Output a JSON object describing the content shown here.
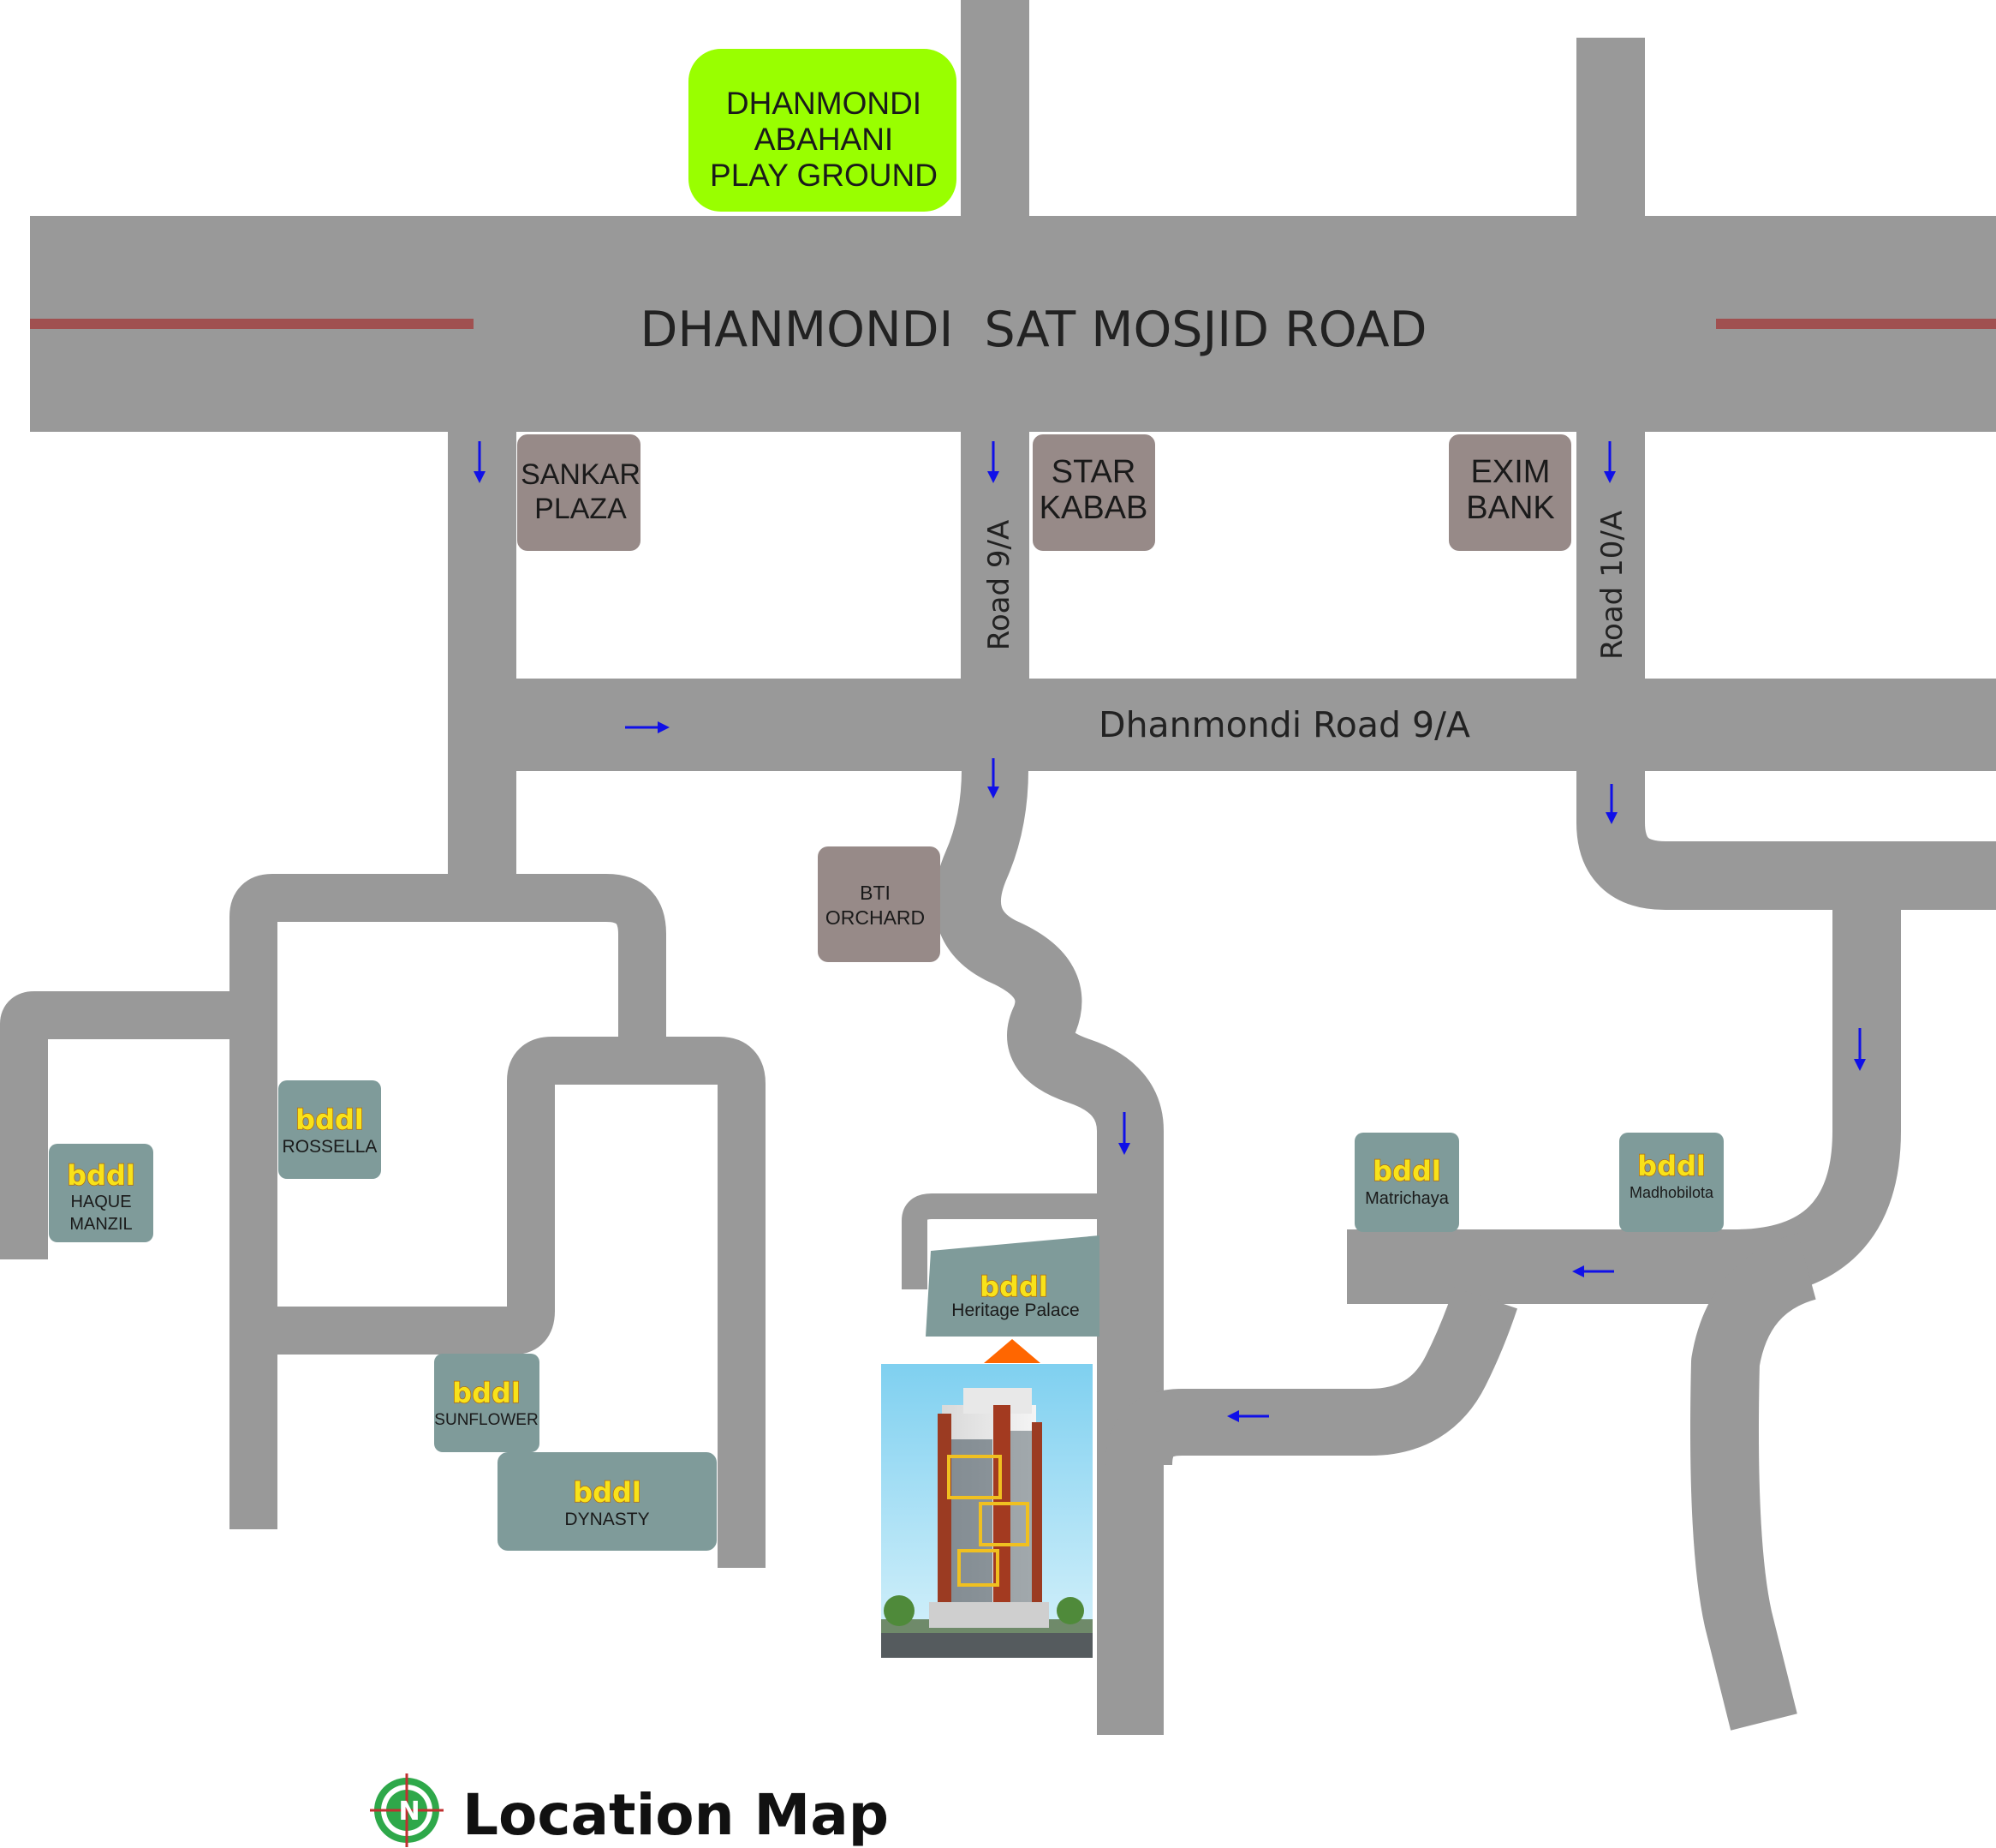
{
  "park": {
    "lines": [
      "DHANMONDI",
      "ABAHANI",
      "PLAY GROUND"
    ],
    "color": "#99ff00"
  },
  "roads": {
    "main": "DHANMONDI  SAT MOSJID ROAD",
    "cross": "Dhanmondi Road 9/A",
    "road9a": "Road 9/A",
    "road10a": "Road 10/A",
    "road_color": "#999999",
    "divider_color": "#a05050"
  },
  "landmarks": {
    "sankar": [
      "SANKAR",
      "PLAZA"
    ],
    "star": [
      "STAR",
      "KABAB"
    ],
    "exim": [
      "EXIM",
      "BANK"
    ],
    "bti": [
      "BTI",
      "ORCHARD"
    ]
  },
  "brand": {
    "logo": "bddl"
  },
  "projects": {
    "haque": [
      "HAQUE",
      "MANZIL"
    ],
    "rossella": "ROSSELLA",
    "sunflower": "SUNFLOWER",
    "dynasty": "DYNASTY",
    "heritage": "Heritage Palace",
    "matrichaya": "Matrichaya",
    "madhobilota": "Madhobilota"
  },
  "legend": {
    "title": "Location Map",
    "compass_letter": "N"
  },
  "colors": {
    "landmark": "#978a88",
    "project": "#7f9b9a",
    "arrow": "#1010e8",
    "marker": "#ff6600"
  }
}
